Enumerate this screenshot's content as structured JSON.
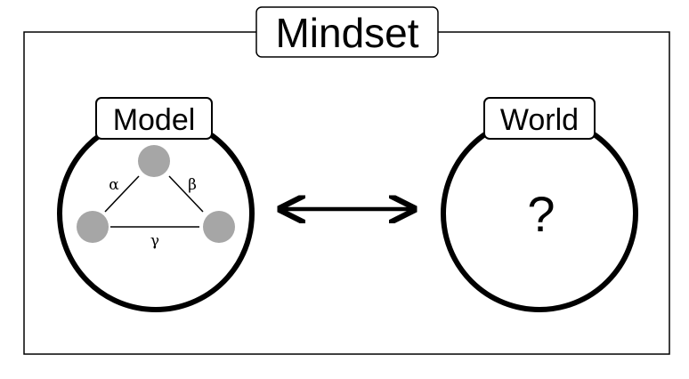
{
  "title": "Mindset",
  "left": {
    "label": "Model",
    "edges": {
      "alpha": "α",
      "beta": "β",
      "gamma": "γ"
    }
  },
  "right": {
    "label": "World",
    "mark": "?"
  },
  "colors": {
    "stroke": "#000000",
    "node_fill": "#a6a6a6",
    "background": "#ffffff"
  },
  "connector": "double-headed-arrow"
}
